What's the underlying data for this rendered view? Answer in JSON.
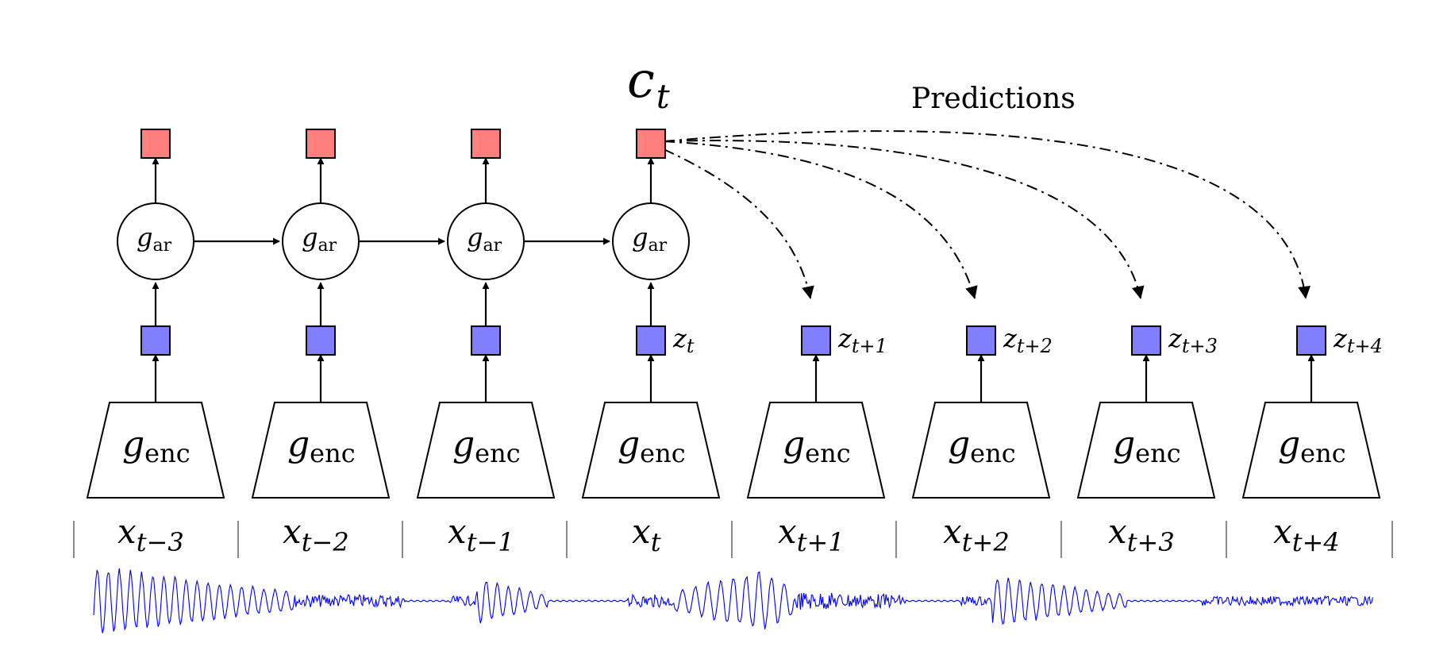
{
  "title": {
    "c_t_base": "c",
    "c_t_sub": "t"
  },
  "predictions_label": "Predictions",
  "gar": {
    "base": "g",
    "sub": "ar"
  },
  "genc": {
    "base": "g",
    "sub": "enc"
  },
  "z_labels": [
    {
      "base": "z",
      "sub": "t"
    },
    {
      "base": "z",
      "sub": "t+1"
    },
    {
      "base": "z",
      "sub": "t+2"
    },
    {
      "base": "z",
      "sub": "t+3"
    },
    {
      "base": "z",
      "sub": "t+4"
    }
  ],
  "x_labels": [
    {
      "base": "x",
      "sub": "t−3"
    },
    {
      "base": "x",
      "sub": "t−2"
    },
    {
      "base": "x",
      "sub": "t−1"
    },
    {
      "base": "x",
      "sub": "t"
    },
    {
      "base": "x",
      "sub": "t+1"
    },
    {
      "base": "x",
      "sub": "t+2"
    },
    {
      "base": "x",
      "sub": "t+3"
    },
    {
      "base": "x",
      "sub": "t+4"
    }
  ],
  "colors": {
    "context_box": "#ff7f7f",
    "latent_box": "#7f7fff",
    "waveform": "#0000ee"
  }
}
